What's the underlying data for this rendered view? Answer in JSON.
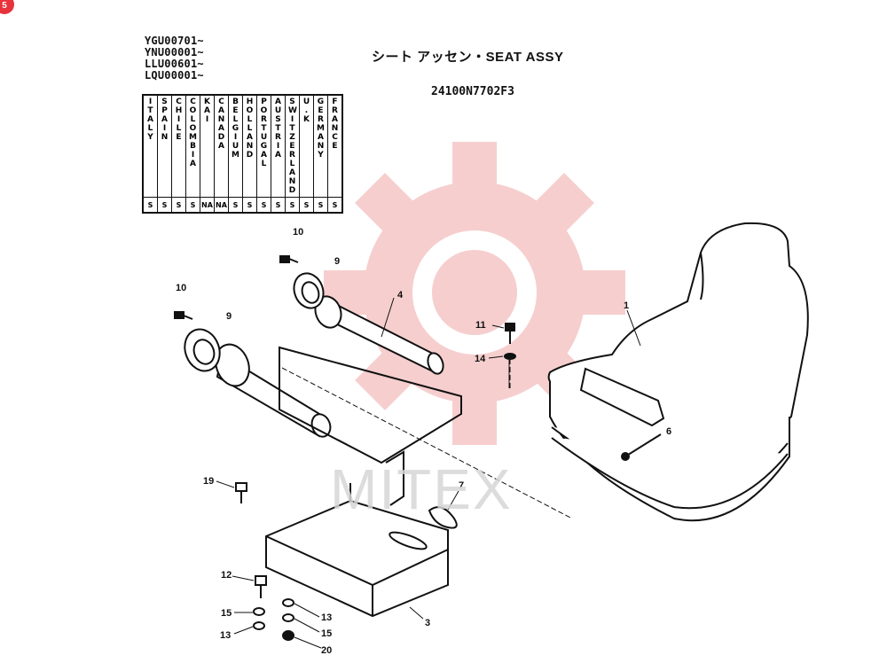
{
  "badge": "5",
  "serials": [
    "YGU00701~",
    "YNU00001~",
    "LLU00601~",
    "LQU00001~"
  ],
  "title": "シート アッセン・SEAT ASSY",
  "part_number": "24100N7702F3",
  "countries": [
    {
      "name": "ITALY",
      "code": "S"
    },
    {
      "name": "SPAIN",
      "code": "S"
    },
    {
      "name": "CHILE",
      "code": "S"
    },
    {
      "name": "COLOMBIA",
      "code": "S"
    },
    {
      "name": "KAI",
      "code": "NA"
    },
    {
      "name": "CANADA",
      "code": "NA"
    },
    {
      "name": "BELGIUM",
      "code": "S"
    },
    {
      "name": "HOLLAND",
      "code": "S"
    },
    {
      "name": "PORTUGAL",
      "code": "S"
    },
    {
      "name": "AUSTRIA",
      "code": "S"
    },
    {
      "name": "SWITZERLAND",
      "code": "S"
    },
    {
      "name": "U.K",
      "code": "S"
    },
    {
      "name": "GERMANY",
      "code": "S"
    },
    {
      "name": "FRANCE",
      "code": "S"
    }
  ],
  "callouts": [
    "1",
    "3",
    "4",
    "6",
    "7",
    "9",
    "9",
    "10",
    "10",
    "11",
    "12",
    "13",
    "13",
    "14",
    "15",
    "15",
    "19",
    "20"
  ],
  "watermark": "MITEX",
  "colors": {
    "watermark_red": "#f6c9c9",
    "ink": "#111111"
  }
}
